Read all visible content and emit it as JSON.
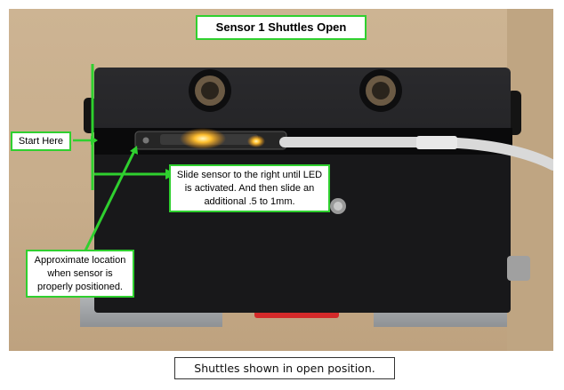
{
  "title": "Sensor 1 Shuttles Open",
  "callouts": {
    "start_here": "Start Here",
    "slide_sensor": "Slide sensor to the right until LED is activated. And then slide an additional .5 to 1mm.",
    "approximate_location": "Approximate location when sensor is properly positioned."
  },
  "caption": "Shuttles shown in open position.",
  "colors": {
    "annotation_green": "#2fd02f",
    "block_black": "#1b1b1d",
    "table_tan": "#c7ad8b",
    "led_glow": "#ffb020"
  }
}
